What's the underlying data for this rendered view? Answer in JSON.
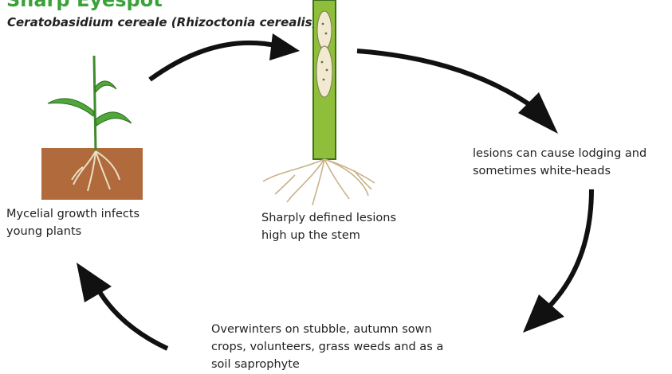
{
  "header": {
    "title": "Sharp Eyespot",
    "subtitle": "Ceratobasidium cereale (Rhizoctonia cerealis)"
  },
  "stages": [
    {
      "id": "infection",
      "lines": [
        "Mycelial growth infects",
        "young plants"
      ]
    },
    {
      "id": "lesions",
      "lines": [
        "Sharply defined lesions",
        "high up the stem"
      ]
    },
    {
      "id": "lodging",
      "lines": [
        "lesions can cause lodging and",
        "sometimes white-heads"
      ]
    },
    {
      "id": "overwinter",
      "lines": [
        "Overwinters on stubble, autumn sown",
        "crops, volunteers, grass weeds and as a",
        "soil saprophyte"
      ]
    }
  ],
  "colors": {
    "title": "#3aa23a",
    "arrow": "#111111",
    "soil": "#b06a3c",
    "leaf": "#4fa83a",
    "stem": "#8fbf3a",
    "stem_dark": "#3f6e1e",
    "lesion": "#f1ead0",
    "root": "#c9b28a"
  }
}
